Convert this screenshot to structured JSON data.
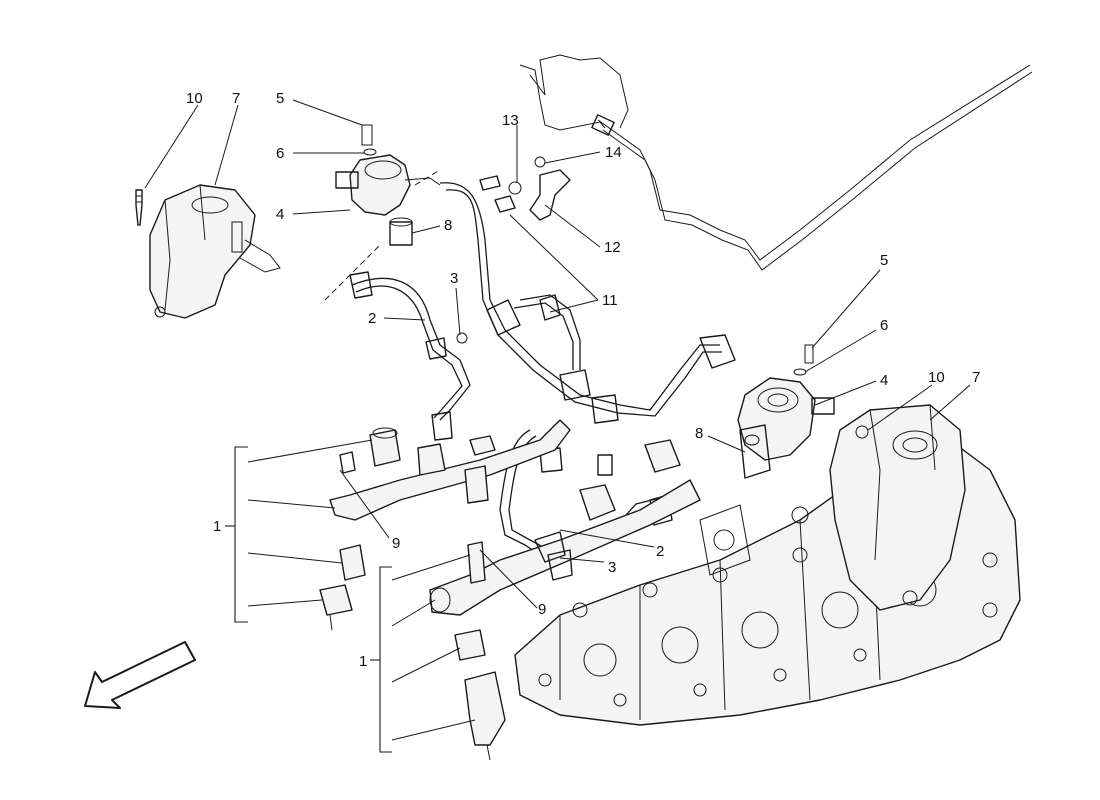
{
  "callouts": {
    "c10_left": "10",
    "c7_left": "7",
    "c5_left": "5",
    "c6_left": "6",
    "c4_left": "4",
    "c8_left": "8",
    "c2_left": "2",
    "c3_left": "3",
    "c13": "13",
    "c14": "14",
    "c12": "12",
    "c11": "11",
    "c5_right": "5",
    "c6_right": "6",
    "c4_right": "4",
    "c10_right": "10",
    "c7_right": "7",
    "c8_right": "8",
    "c9_left": "9",
    "c1_left": "1",
    "c2_center": "2",
    "c3_center": "3",
    "c9_center": "9",
    "c1_bottom": "1"
  }
}
